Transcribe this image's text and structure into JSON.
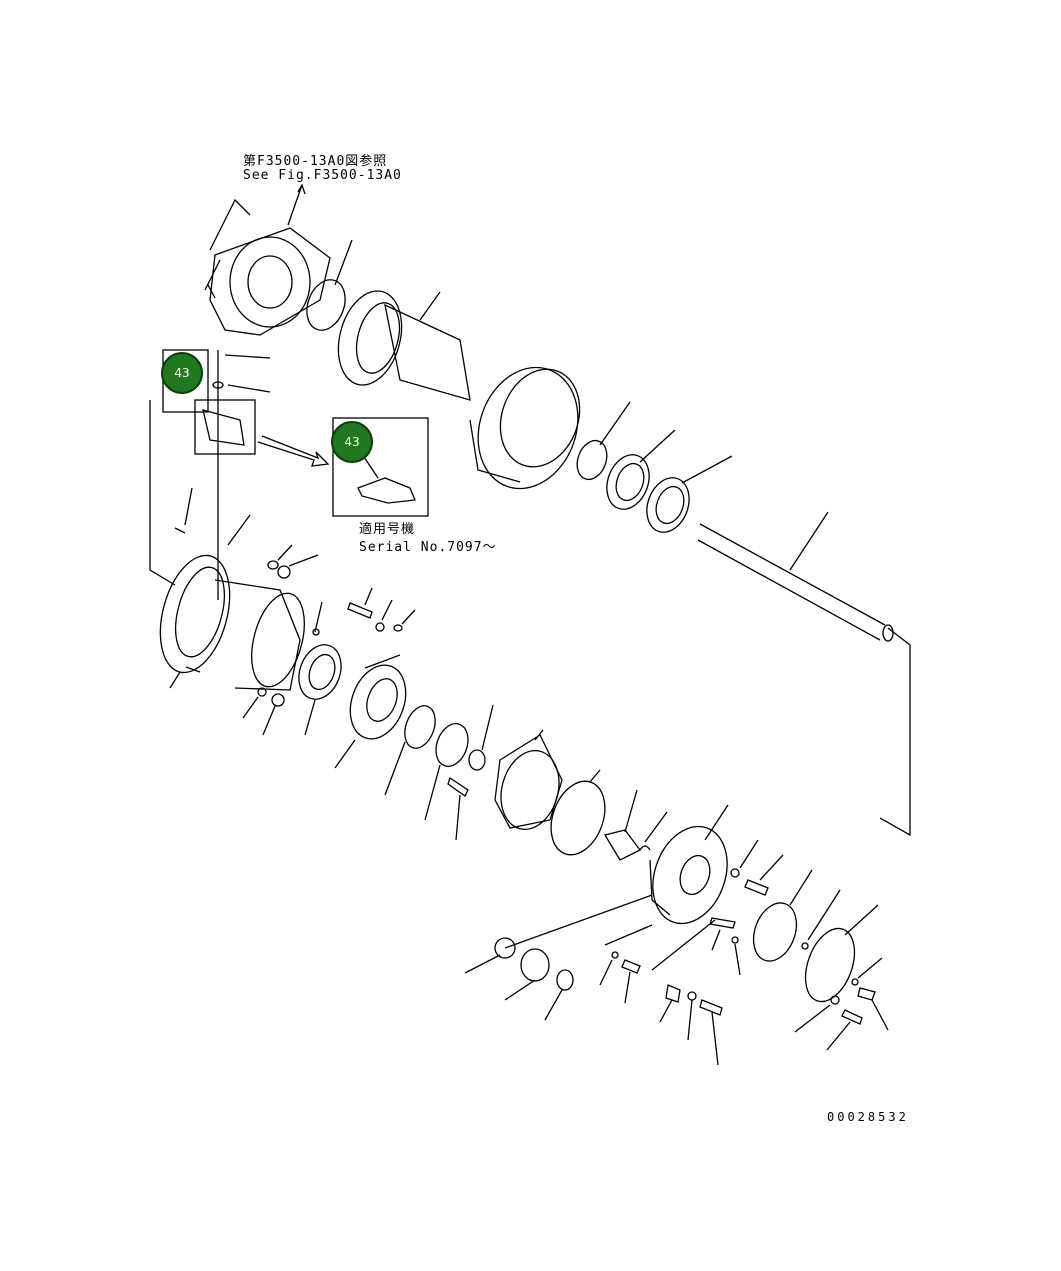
{
  "reference_note": {
    "line1": "第F3500-13A0図参照",
    "line2": "See Fig.F3500-13A0"
  },
  "serial_note": {
    "line1": "適用号機",
    "line2": "Serial No.7097～"
  },
  "callouts": [
    {
      "number": "43",
      "color": "#1f7a1f"
    },
    {
      "number": "43",
      "color": "#1f7a1f"
    }
  ],
  "figure_number": "00028532"
}
